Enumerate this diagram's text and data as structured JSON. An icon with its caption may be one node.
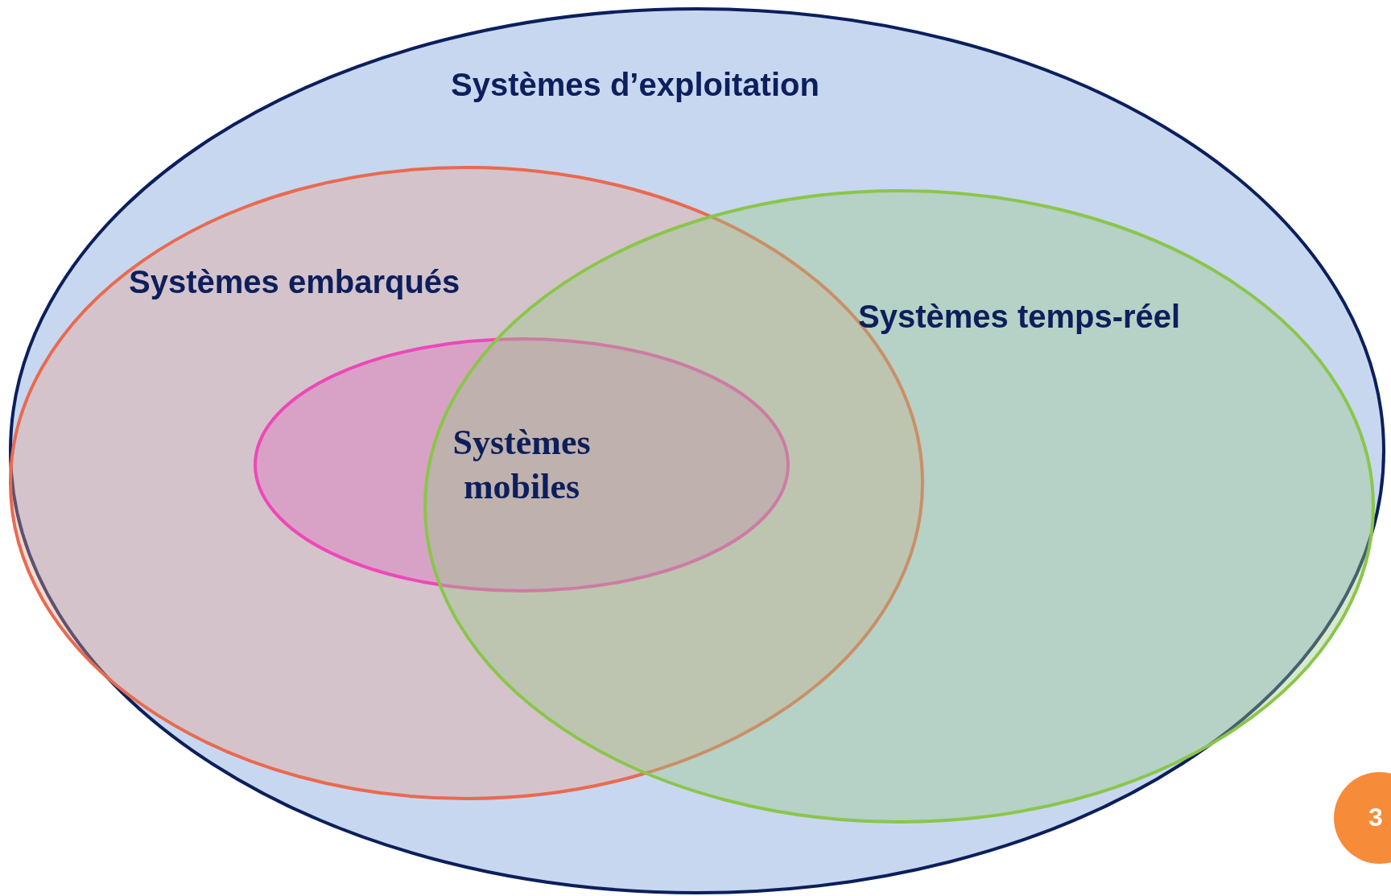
{
  "diagram": {
    "nodes": [
      {
        "text": [
          "Systèmes d’exploitation"
        ]
      },
      {
        "text": [
          "Systèmes embarqués"
        ],
        "in": 0
      },
      {
        "text": [
          "Systèmes temps-réel"
        ],
        "in": 0
      },
      {
        "text": [
          "Systèmes mobiles"
        ],
        "in": 1
      },
      {
        "text": [
          "3"
        ]
      }
    ]
  }
}
